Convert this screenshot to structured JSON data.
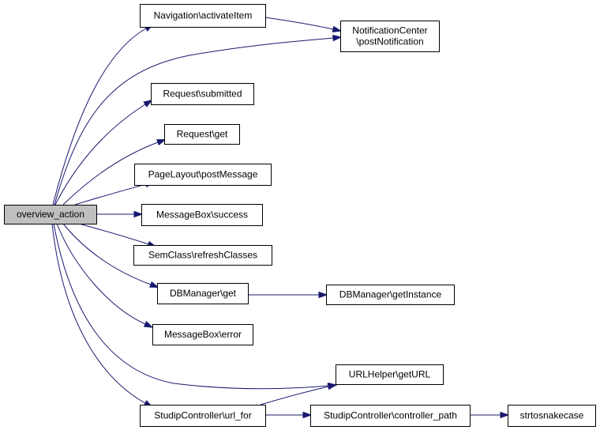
{
  "colors": {
    "edge": "#191970",
    "node_fill": "#ffffff",
    "root_fill": "#bfbfbf",
    "node_border": "#000000"
  },
  "nodes": {
    "overview_action": {
      "lines": [
        "overview_action"
      ],
      "root": true
    },
    "nav_activate": {
      "lines": [
        "Navigation\\activateItem"
      ]
    },
    "notif_post": {
      "lines": [
        "NotificationCenter",
        "\\postNotification"
      ]
    },
    "req_submitted": {
      "lines": [
        "Request\\submitted"
      ]
    },
    "req_get": {
      "lines": [
        "Request\\get"
      ]
    },
    "pagelayout_post": {
      "lines": [
        "PageLayout\\postMessage"
      ]
    },
    "msgbox_success": {
      "lines": [
        "MessageBox\\success"
      ]
    },
    "semclass_refresh": {
      "lines": [
        "SemClass\\refreshClasses"
      ]
    },
    "dbmanager_get": {
      "lines": [
        "DBManager\\get"
      ]
    },
    "dbmanager_instance": {
      "lines": [
        "DBManager\\getInstance"
      ]
    },
    "msgbox_error": {
      "lines": [
        "MessageBox\\error"
      ]
    },
    "urlhelper_geturl": {
      "lines": [
        "URLHelper\\getURL"
      ]
    },
    "studip_urlfor": {
      "lines": [
        "StudipController\\url_for"
      ]
    },
    "studip_ctrlpath": {
      "lines": [
        "StudipController\\controller_path"
      ]
    },
    "strtosnake": {
      "lines": [
        "strtosnakecase"
      ]
    }
  },
  "edges": [
    {
      "from": "overview_action",
      "to": "nav_activate"
    },
    {
      "from": "overview_action",
      "to": "notif_post"
    },
    {
      "from": "overview_action",
      "to": "req_submitted"
    },
    {
      "from": "overview_action",
      "to": "req_get"
    },
    {
      "from": "overview_action",
      "to": "pagelayout_post"
    },
    {
      "from": "overview_action",
      "to": "msgbox_success"
    },
    {
      "from": "overview_action",
      "to": "semclass_refresh"
    },
    {
      "from": "overview_action",
      "to": "dbmanager_get"
    },
    {
      "from": "overview_action",
      "to": "msgbox_error"
    },
    {
      "from": "overview_action",
      "to": "urlhelper_geturl"
    },
    {
      "from": "overview_action",
      "to": "studip_urlfor"
    },
    {
      "from": "nav_activate",
      "to": "notif_post"
    },
    {
      "from": "dbmanager_get",
      "to": "dbmanager_instance"
    },
    {
      "from": "studip_urlfor",
      "to": "urlhelper_geturl"
    },
    {
      "from": "studip_urlfor",
      "to": "studip_ctrlpath"
    },
    {
      "from": "studip_ctrlpath",
      "to": "strtosnake"
    }
  ]
}
